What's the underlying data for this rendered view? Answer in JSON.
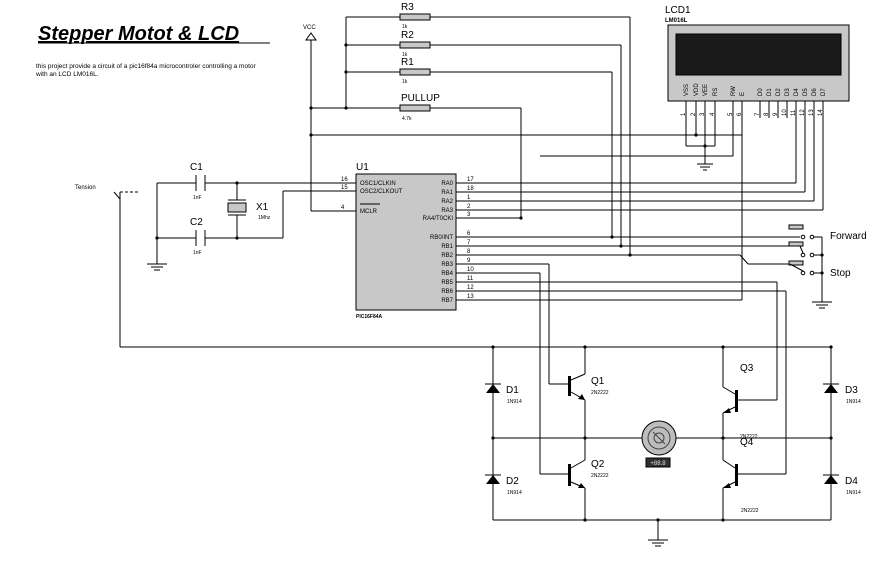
{
  "title": "Stepper Motot & LCD",
  "description": "this project provide a circuit of a pic16f84a microcontroler controlling a motor with an LCD LM016L.",
  "vcc_label": "VCC",
  "tension_label": "Tension",
  "resistors": {
    "r3": {
      "ref": "R3",
      "value": "1k"
    },
    "r2": {
      "ref": "R2",
      "value": "1k"
    },
    "r1": {
      "ref": "R1",
      "value": "1k"
    },
    "pullup": {
      "ref": "PULLUP",
      "value": "4.7k"
    }
  },
  "lcd": {
    "ref": "LCD1",
    "model": "LM016L",
    "pins": [
      "VSS",
      "VDD",
      "VEE",
      "RS",
      "RW",
      "E",
      "D0",
      "D1",
      "D2",
      "D3",
      "D4",
      "D5",
      "D6",
      "D7"
    ],
    "pin_numbers": [
      "1",
      "2",
      "3",
      "4",
      "5",
      "6",
      "7",
      "8",
      "9",
      "10",
      "11",
      "12",
      "13",
      "14"
    ]
  },
  "mcu": {
    "ref": "U1",
    "part": "PIC16F84A",
    "left_pins": [
      {
        "name": "OSC1/CLKIN",
        "num": "16"
      },
      {
        "name": "OSC2/CLKOUT",
        "num": "15"
      },
      {
        "name": "MCLR",
        "num": "4"
      }
    ],
    "right_pins": [
      {
        "name": "RA0",
        "num": "17"
      },
      {
        "name": "RA1",
        "num": "18"
      },
      {
        "name": "RA2",
        "num": "1"
      },
      {
        "name": "RA3",
        "num": "2"
      },
      {
        "name": "RA4/T0CKI",
        "num": "3"
      },
      {
        "name": "RB0/INT",
        "num": "6"
      },
      {
        "name": "RB1",
        "num": "7"
      },
      {
        "name": "RB2",
        "num": "8"
      },
      {
        "name": "RB3",
        "num": "9"
      },
      {
        "name": "RB4",
        "num": "10"
      },
      {
        "name": "RB5",
        "num": "11"
      },
      {
        "name": "RB6",
        "num": "12"
      },
      {
        "name": "RB7",
        "num": "13"
      }
    ]
  },
  "capacitors": {
    "c1": {
      "ref": "C1",
      "value": "1nF"
    },
    "c2": {
      "ref": "C2",
      "value": "1nF"
    }
  },
  "crystal": {
    "ref": "X1",
    "value": "1Mhz"
  },
  "buttons": {
    "forward": "Forward",
    "stop": "Stop"
  },
  "transistors": {
    "q1": {
      "ref": "Q1",
      "part": "2N2222"
    },
    "q2": {
      "ref": "Q2",
      "part": "2N2222"
    },
    "q3": {
      "ref": "Q3",
      "part": "2N2222"
    },
    "q4": {
      "ref": "Q4",
      "part": "2N2222"
    }
  },
  "diodes": {
    "d1": {
      "ref": "D1",
      "part": "1N914"
    },
    "d2": {
      "ref": "D2",
      "part": "1N914"
    },
    "d3": {
      "ref": "D3",
      "part": "1N914"
    },
    "d4": {
      "ref": "D4",
      "part": "1N914"
    }
  },
  "motor": {
    "readout": "+88.8"
  }
}
